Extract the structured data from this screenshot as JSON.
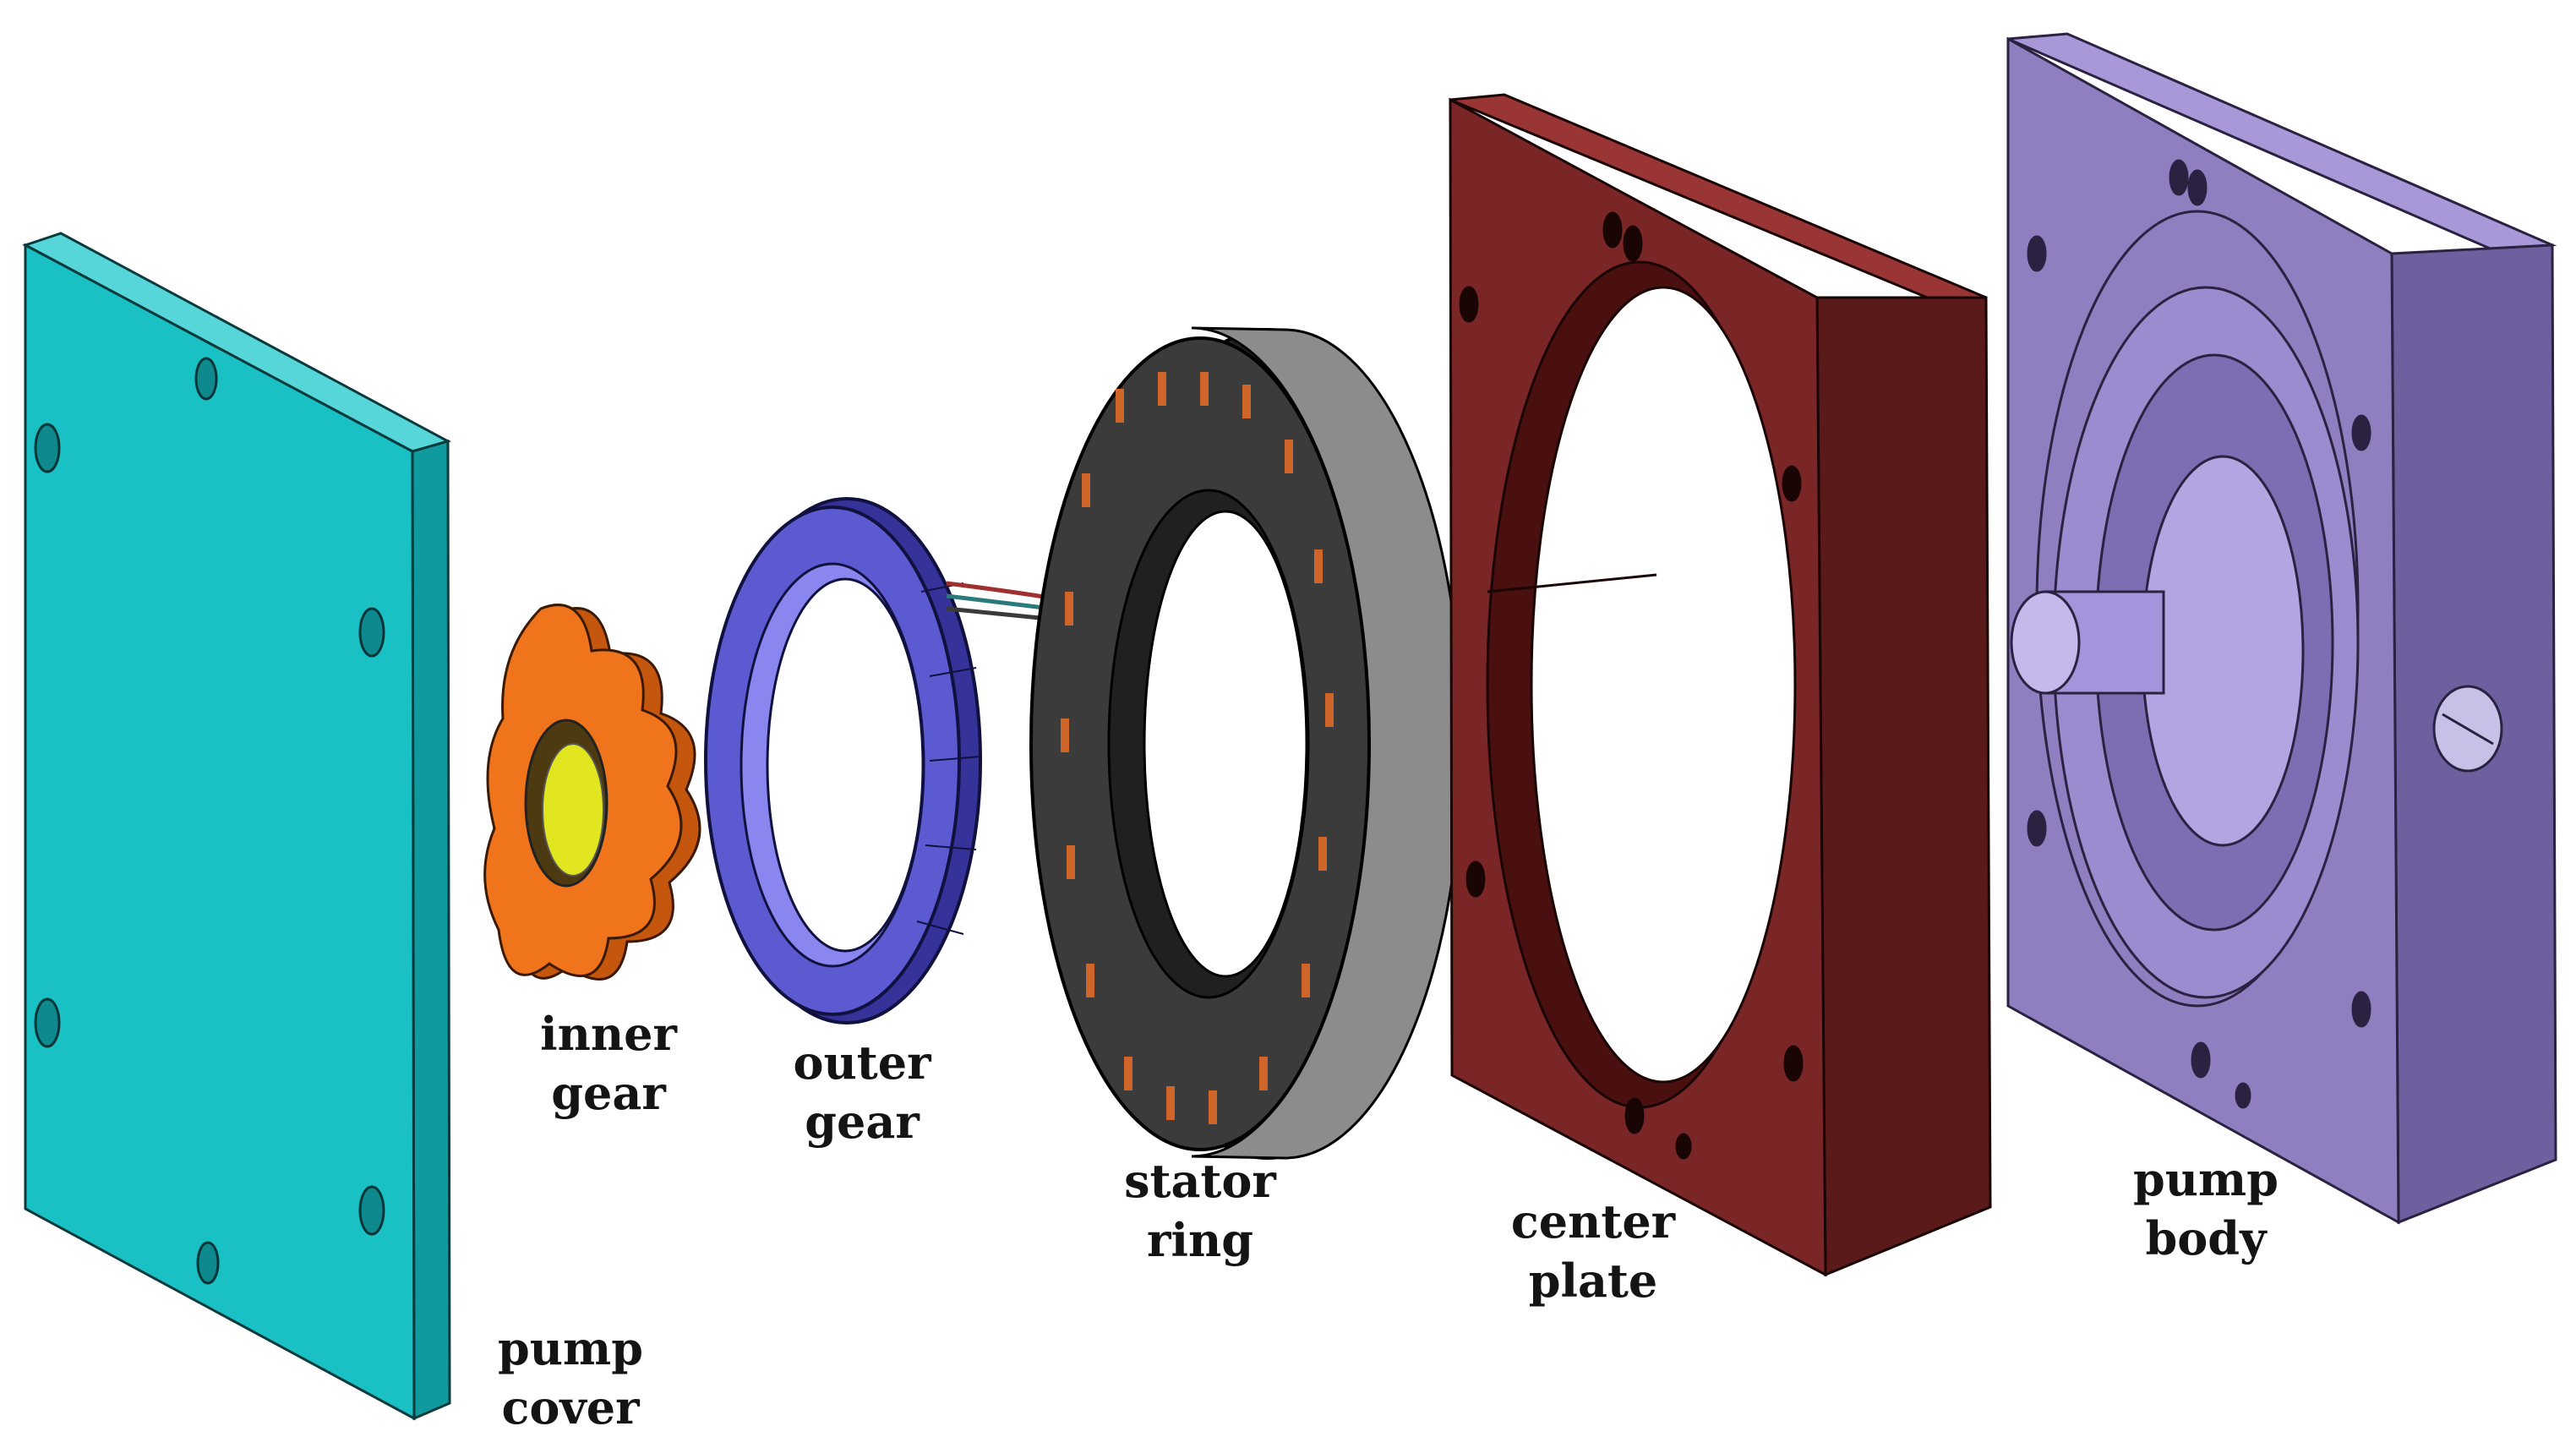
{
  "parts": [
    {
      "id": "pump-cover",
      "line1": "pump",
      "line2": "cover",
      "color": "#19c0c4",
      "shade": "#0f9aa0"
    },
    {
      "id": "inner-gear",
      "line1": "inner",
      "line2": "gear",
      "color": "#f0741c",
      "shade": "#c4560d"
    },
    {
      "id": "outer-gear",
      "line1": "outer",
      "line2": "gear",
      "color": "#5c5ad1",
      "shade": "#35339a"
    },
    {
      "id": "stator-ring",
      "line1": "stator",
      "line2": "ring",
      "color": "#3a3b3a",
      "shade": "#222322"
    },
    {
      "id": "center-plate",
      "line1": "center",
      "line2": "plate",
      "color": "#7a2626",
      "shade": "#5a1a1a"
    },
    {
      "id": "pump-body",
      "line1": "pump",
      "line2": "body",
      "color": "#8f7fc0",
      "shade": "#6e5f9f"
    }
  ],
  "accent": {
    "hub": "#e1e620",
    "coil": "#d0652a",
    "lamination": "#c9c9c9"
  }
}
